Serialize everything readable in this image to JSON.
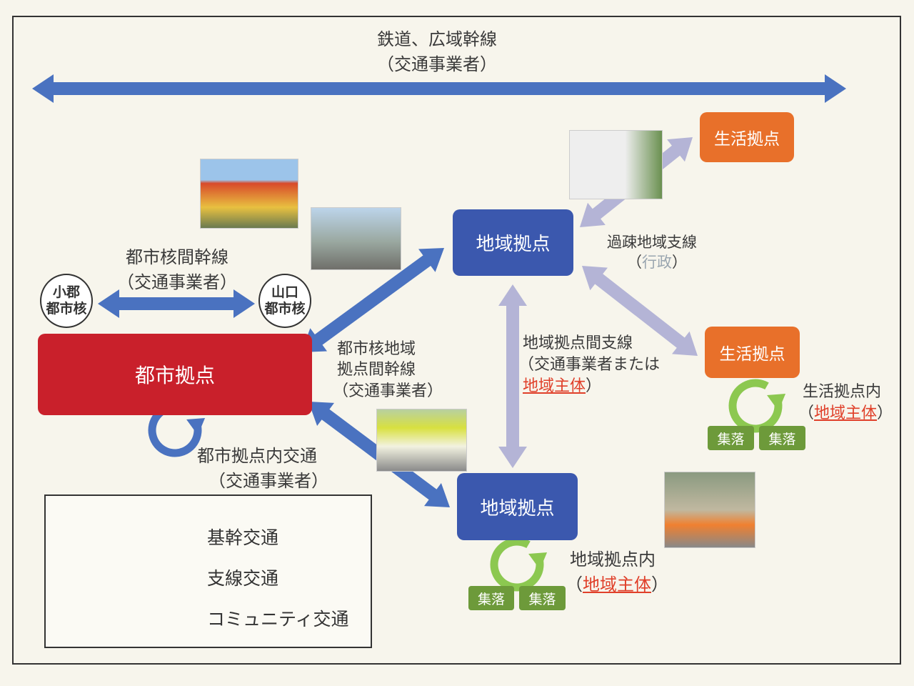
{
  "title": {
    "line1": "鉄道、広域幹線",
    "line2": "（交通事業者）"
  },
  "nodes": {
    "toshi_kyoten": "都市拠点",
    "chiiki_kyoten_top": "地域拠点",
    "chiiki_kyoten_bottom": "地域拠点",
    "seikatsu_kyoten_top": "生活拠点",
    "seikatsu_kyoten_right": "生活拠点",
    "ogori": {
      "line1": "小郡",
      "line2": "都市核"
    },
    "yamaguchi": {
      "line1": "山口",
      "line2": "都市核"
    },
    "shuraku": "集落"
  },
  "labels": {
    "toshikaku_kan": {
      "line1": "都市核間幹線",
      "line2": "（交通事業者）"
    },
    "toshikaku_chiiki": {
      "line1": "都市核地域",
      "line2": "拠点間幹線",
      "line3": "（交通事業者）"
    },
    "toshi_nai": {
      "line1": "都市拠点内交通",
      "line2": "（交通事業者）"
    },
    "kaso": {
      "line1": "過疎地域支線",
      "open": "（",
      "gyosei": "行政",
      "close": "）"
    },
    "chiiki_kan": {
      "line1": "地域拠点間支線",
      "line2": "（交通事業者または",
      "shutai": "地域主体",
      "close": "）"
    },
    "seikatsu_nai": {
      "line1": "生活拠点内",
      "open": "（",
      "shutai": "地域主体",
      "close": "）"
    },
    "chiiki_nai": {
      "line1": "地域拠点内",
      "open": "（",
      "shutai": "地域主体",
      "close": "）"
    }
  },
  "legend": [
    {
      "label": "基幹交通",
      "color": "#4a72c0"
    },
    {
      "label": "支線交通",
      "color": "#b4b4d6"
    },
    {
      "label": "コミュニティ交通",
      "color": "#8cc850"
    }
  ],
  "colors": {
    "trunk": "#4a72c0",
    "branch": "#b4b4d6",
    "community": "#8cc850"
  }
}
